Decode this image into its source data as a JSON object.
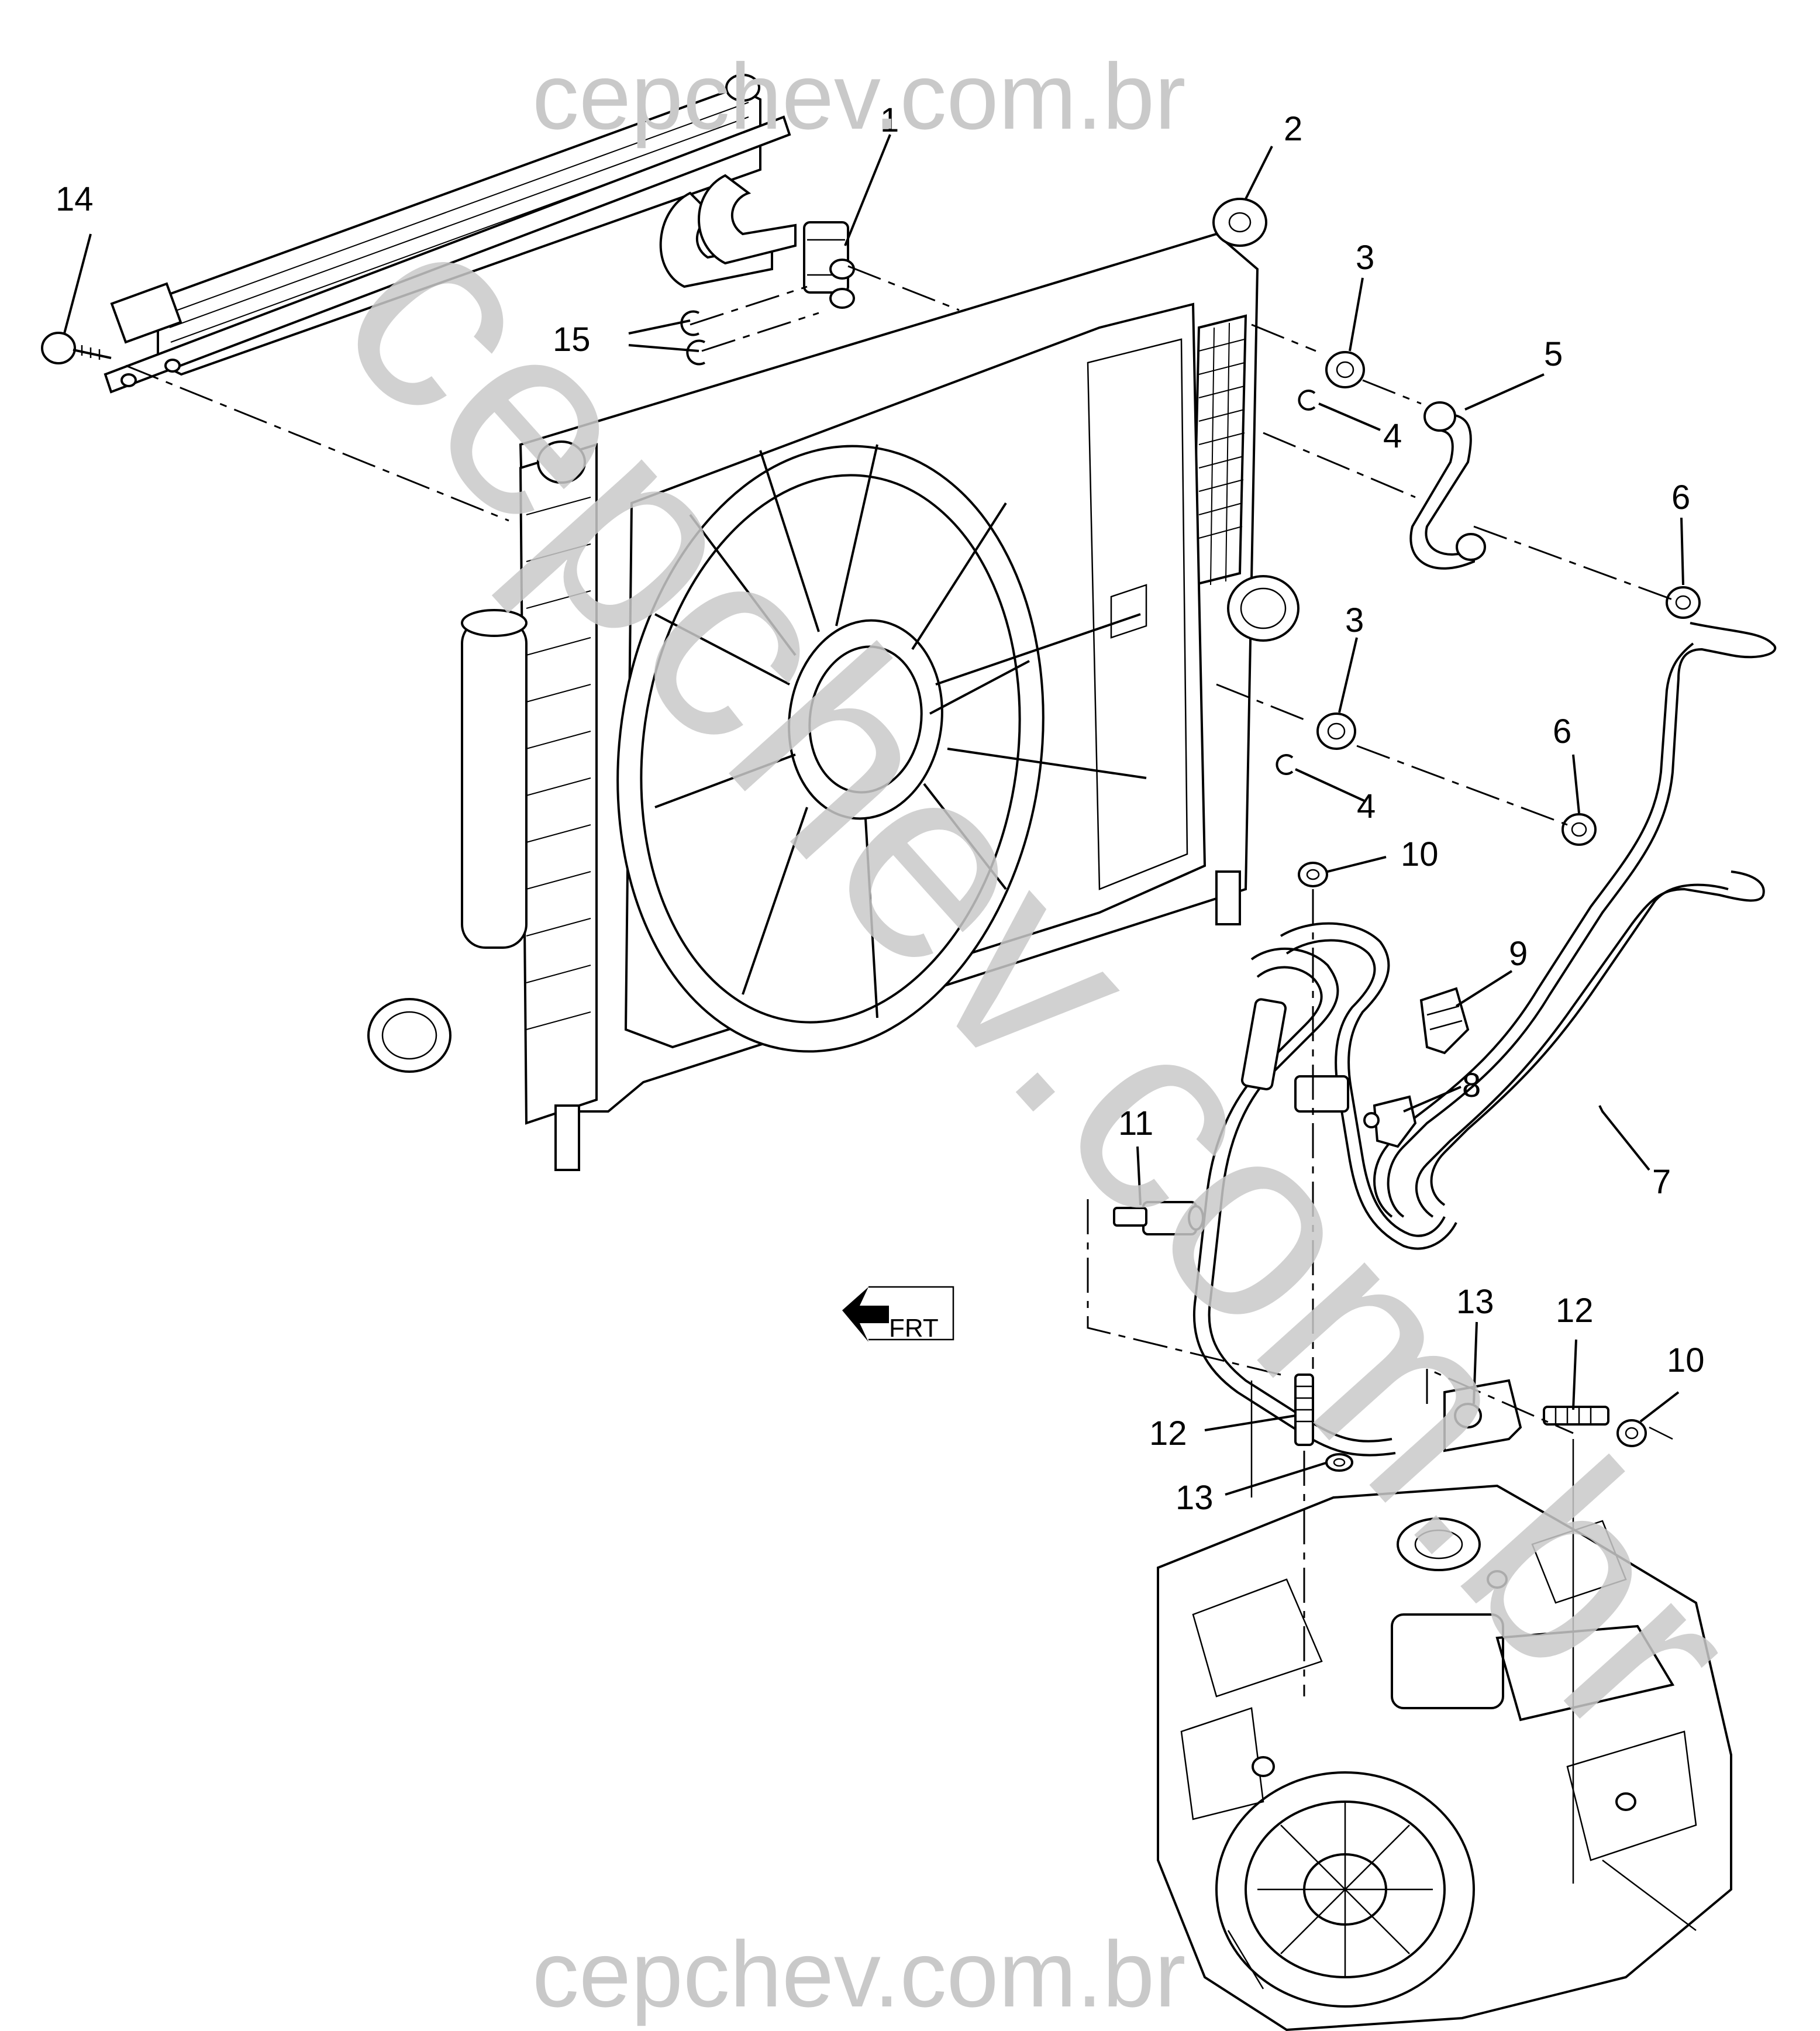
{
  "watermark": {
    "top": "cepchev.com.br",
    "bottom": "cepchev.com.br",
    "diagonal": "cepchev.com.br",
    "color": "#c9c9c9"
  },
  "direction_marker": "FRT",
  "callouts": {
    "c1": "1",
    "c2": "2",
    "c3a": "3",
    "c3b": "3",
    "c4a": "4",
    "c4b": "4",
    "c5": "5",
    "c6a": "6",
    "c6b": "6",
    "c7": "7",
    "c8": "8",
    "c9": "9",
    "c10a": "10",
    "c10b": "10",
    "c11": "11",
    "c12a": "12",
    "c12b": "12",
    "c13a": "13",
    "c13b": "13",
    "c14": "14",
    "c15": "15"
  },
  "components": [
    "transmission-oil-cooler",
    "radiator",
    "cooling-fan-shroud",
    "cooler-hose",
    "cooler-lines",
    "transmission-assembly"
  ]
}
